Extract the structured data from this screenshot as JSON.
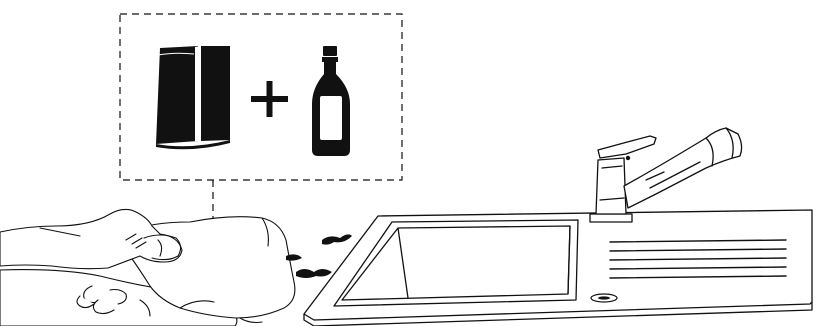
{
  "figure": {
    "kind": "instruction-illustration",
    "background": "#ffffff",
    "ink": "#111111",
    "callout": {
      "style": "dashed-box",
      "items": [
        {
          "icon": "cloth-icon"
        },
        {
          "operator": "+"
        },
        {
          "icon": "detergent-bottle-icon"
        }
      ]
    },
    "scene": {
      "elements": [
        "hand-icon",
        "cloth-icon",
        "water-splash-icon",
        "kitchen-sink",
        "faucet-icon",
        "drainboard",
        "drain-hole"
      ]
    }
  }
}
